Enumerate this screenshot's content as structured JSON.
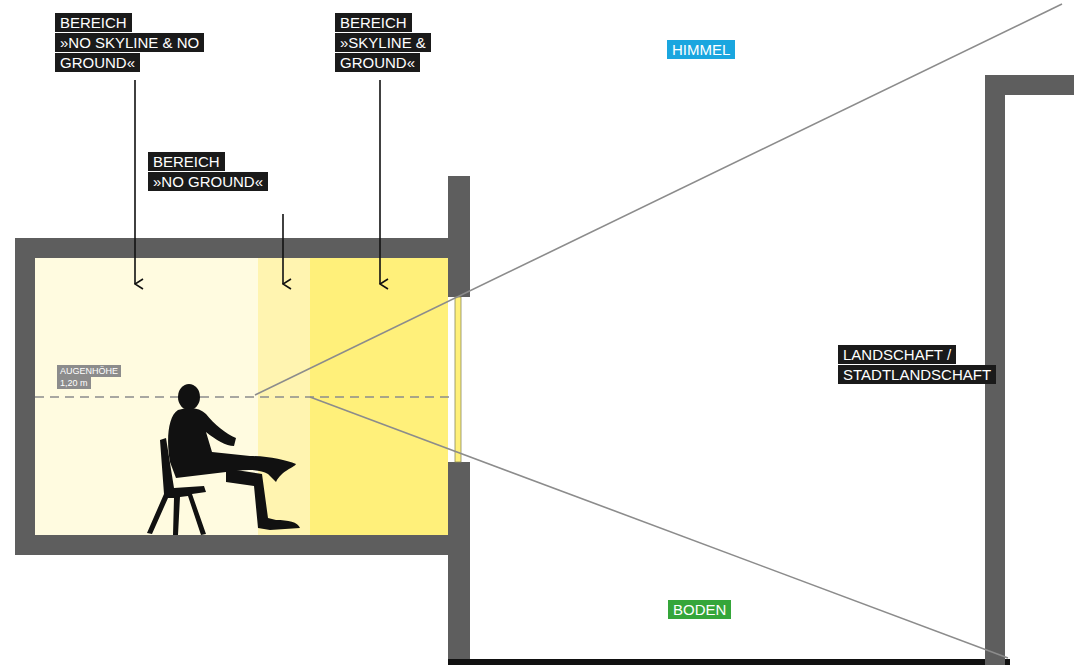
{
  "diagram": {
    "nodes": [
      {
        "text": [
          "BEREICH",
          "»NO SKYLINE & NO GROUND«"
        ]
      },
      {
        "text": [
          "BEREICH",
          "»NO GROUND«"
        ]
      },
      {
        "text": [
          "BEREICH",
          "»SKYLINE & GROUND«"
        ]
      },
      {
        "text": [
          "HIMMEL"
        ]
      },
      {
        "text": [
          "AUGENHÖHE 1,20 m"
        ]
      },
      {
        "text": [
          "LANDSCHAFT / STADTLANDSCHAFT"
        ]
      },
      {
        "text": [
          "BODEN"
        ]
      }
    ]
  }
}
